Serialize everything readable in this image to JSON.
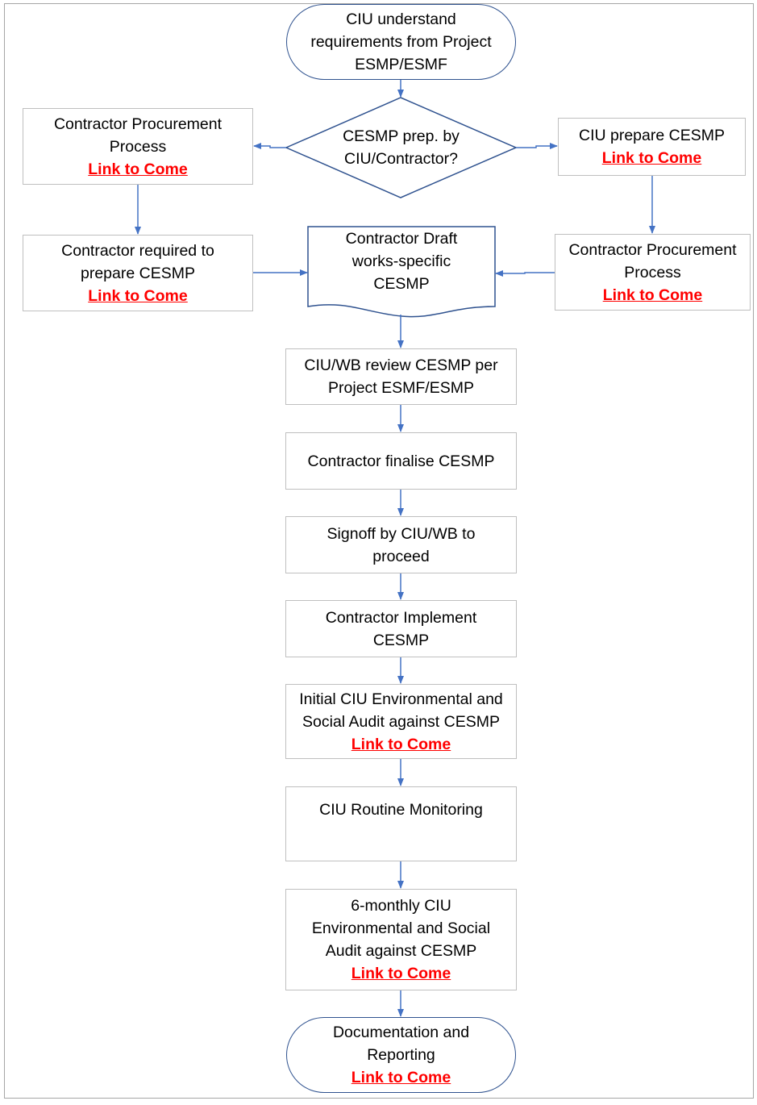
{
  "colors": {
    "arrow": "#4472c4",
    "terminal_border": "#2f528f",
    "box_border": "#bfbfbf",
    "link": "#ff0000"
  },
  "nodes": {
    "start": {
      "lines": [
        "CIU understand",
        "requirements from Project",
        "ESMP/ESMF"
      ]
    },
    "decision": {
      "lines": [
        "CESMP prep. by",
        "CIU/Contractor?"
      ]
    },
    "left_procurement": {
      "lines": [
        "Contractor Procurement",
        "Process"
      ],
      "link": "Link to Come"
    },
    "right_ciu_prepare": {
      "lines": [
        "CIU prepare CESMP"
      ],
      "link": "Link to Come"
    },
    "left_contractor_required": {
      "lines": [
        "Contractor required to",
        "prepare CESMP"
      ],
      "link": "Link to Come"
    },
    "draft": {
      "lines": [
        "Contractor Draft",
        "works-specific",
        "CESMP"
      ]
    },
    "right_procurement": {
      "lines": [
        "Contractor Procurement",
        "Process"
      ],
      "link": "Link to Come"
    },
    "review": {
      "lines": [
        "CIU/WB review CESMP per",
        "Project ESMF/ESMP"
      ]
    },
    "finalise": {
      "lines": [
        "Contractor finalise CESMP"
      ]
    },
    "signoff": {
      "lines": [
        "Signoff by CIU/WB to",
        "proceed"
      ]
    },
    "implement": {
      "lines": [
        "Contractor Implement",
        "CESMP"
      ]
    },
    "initial_audit": {
      "lines": [
        "Initial CIU Environmental and",
        "Social Audit against CESMP"
      ],
      "link": "Link to Come"
    },
    "monitoring": {
      "lines": [
        "CIU Routine Monitoring"
      ]
    },
    "six_monthly": {
      "lines": [
        "6-monthly CIU",
        "Environmental and Social",
        "Audit against CESMP"
      ],
      "link": "Link to Come"
    },
    "end": {
      "lines": [
        "Documentation and",
        "Reporting"
      ],
      "link": "Link to Come"
    }
  }
}
